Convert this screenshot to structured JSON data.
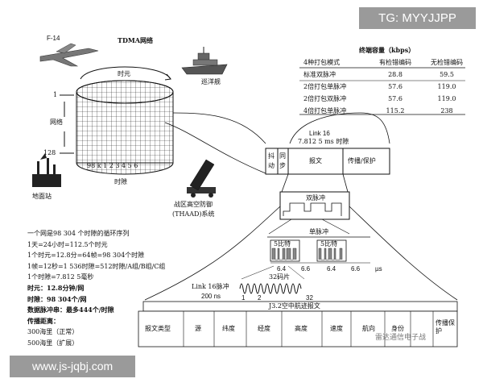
{
  "watermark_tag": "TG: MYYJJPP",
  "website": "www.js-jqbj.com",
  "tdma": {
    "title": "TDMA网络",
    "f14": "F-14",
    "cruiser": "巡洋舰",
    "ground_station": "地面站",
    "thaad": "战区高空防御\n(THAAD)系统",
    "thaad_line1": "战区高空防御",
    "thaad_line2": "(THAAD)系统",
    "time_element": "时元",
    "network_axis": "网络",
    "net_top": "1",
    "net_bottom": "128",
    "slot_numbers": "98 k  1 2 3 4 5 6",
    "slot_axis": "时隙"
  },
  "capacity": {
    "title": "终端容量（kbps）",
    "headers": [
      "4种打包模式",
      "有检错编码",
      "无检错编码"
    ],
    "rows": [
      [
        "标准双脉冲",
        "28.8",
        "59.5"
      ],
      [
        "2倍打包单脉冲",
        "57.6",
        "119.0"
      ],
      [
        "2倍打包双脉冲",
        "57.6",
        "119.0"
      ],
      [
        "4倍打包单脉冲",
        "115.2",
        "238"
      ]
    ]
  },
  "link16": {
    "title": "Link 16",
    "slot_label": "7.812 5 ms 时隙",
    "fields": {
      "jitter_1": "抖",
      "jitter_2": "动",
      "sync_1": "同",
      "sync_2": "步",
      "message": "报文",
      "propagation": "传播/保护"
    }
  },
  "pulses": {
    "double": "双脉冲",
    "single": "单脉冲",
    "five_bit_1": "5比特",
    "five_bit_2": "5比特",
    "timing": [
      "6.4",
      "6.6",
      "6.4",
      "6.6"
    ],
    "unit": "µs",
    "chips": "32码片",
    "link16_pulse": "Link 16脉冲",
    "pulse_ns": "200 ns",
    "chip_1": "1",
    "chip_2": "2",
    "chip_32": "32"
  },
  "j32": {
    "title": "J3.2空中航迹报文",
    "fields": [
      "报文类型",
      "源",
      "纬度",
      "经度",
      "高度",
      "速度",
      "航向",
      "身份",
      "传播保护"
    ],
    "overlay": "雷达通信电子战"
  },
  "stats": {
    "lines": [
      "一个网是98 304 个时隙的循环序列",
      "1天=24小时=112.5个时元",
      "1个时元=12.8分=64帧=98 304个时隙",
      "1帧=12秒=1 536时隙=512时隙/A组/B组/C组",
      "1个时隙=7.812 5毫秒",
      "时元：12.8分钟/网",
      "时隙：98 304个/网",
      "数据脉冲串：最多444个/时隙",
      "传播距离："
    ],
    "range_1": "300海里（正常）",
    "range_2": "500海里（扩展）"
  },
  "colors": {
    "label_box": "#9a9a9a",
    "line": "#111111"
  }
}
